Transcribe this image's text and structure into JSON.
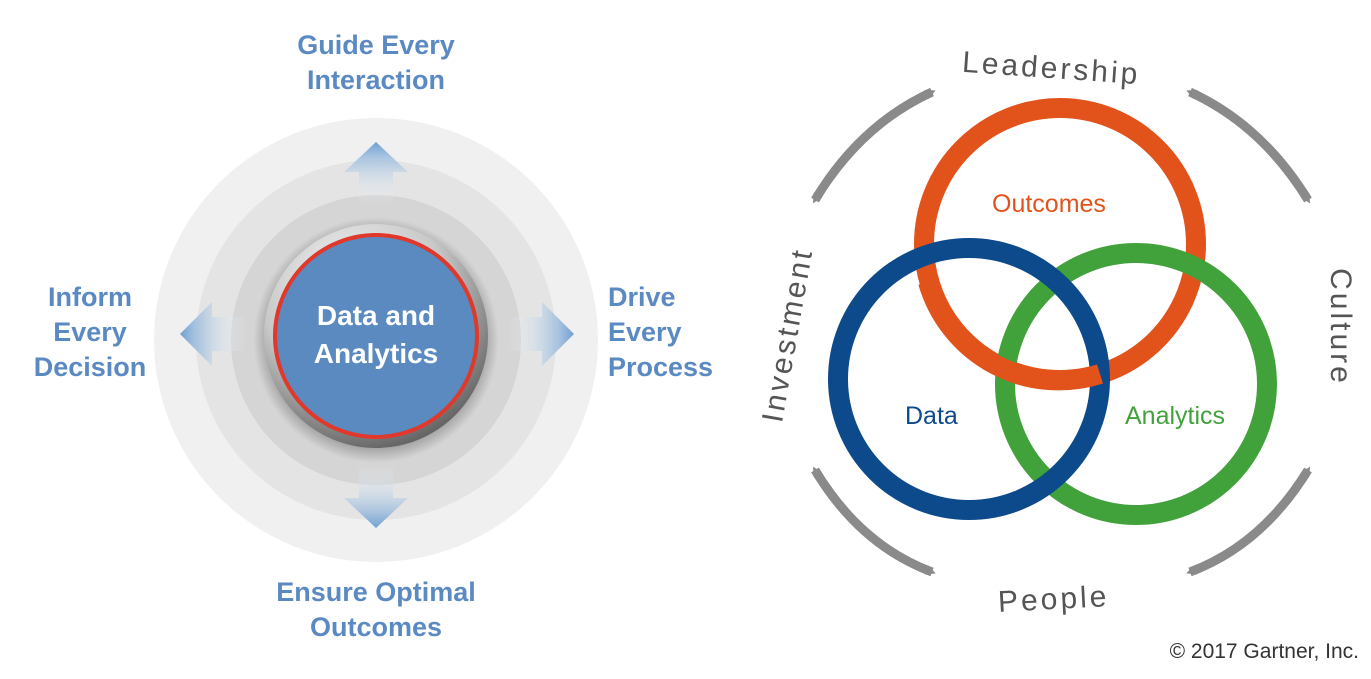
{
  "left_diagram": {
    "center_label": [
      "Data and",
      "Analytics"
    ],
    "top_label": [
      "Guide Every",
      "Interaction"
    ],
    "left_label": [
      "Inform",
      "Every",
      "Decision"
    ],
    "right_label": [
      "Drive",
      "Every",
      "Process"
    ],
    "bottom_label": [
      "Ensure Optimal",
      "Outcomes"
    ],
    "colors": {
      "label": "#5b8ac3",
      "center_fill": "#5a8ac0",
      "center_ring": "#e0392b"
    }
  },
  "right_diagram": {
    "circles": [
      {
        "label": "Outcomes",
        "color": "#e2521b"
      },
      {
        "label": "Data",
        "color": "#0d4a8c"
      },
      {
        "label": "Analytics",
        "color": "#41a23b"
      }
    ],
    "surround": {
      "top": "Leadership",
      "left": "Investment",
      "right": "Culture",
      "bottom": "People"
    },
    "arrow_color": "#8a8a8a"
  },
  "copyright": "© 2017 Gartner, Inc."
}
